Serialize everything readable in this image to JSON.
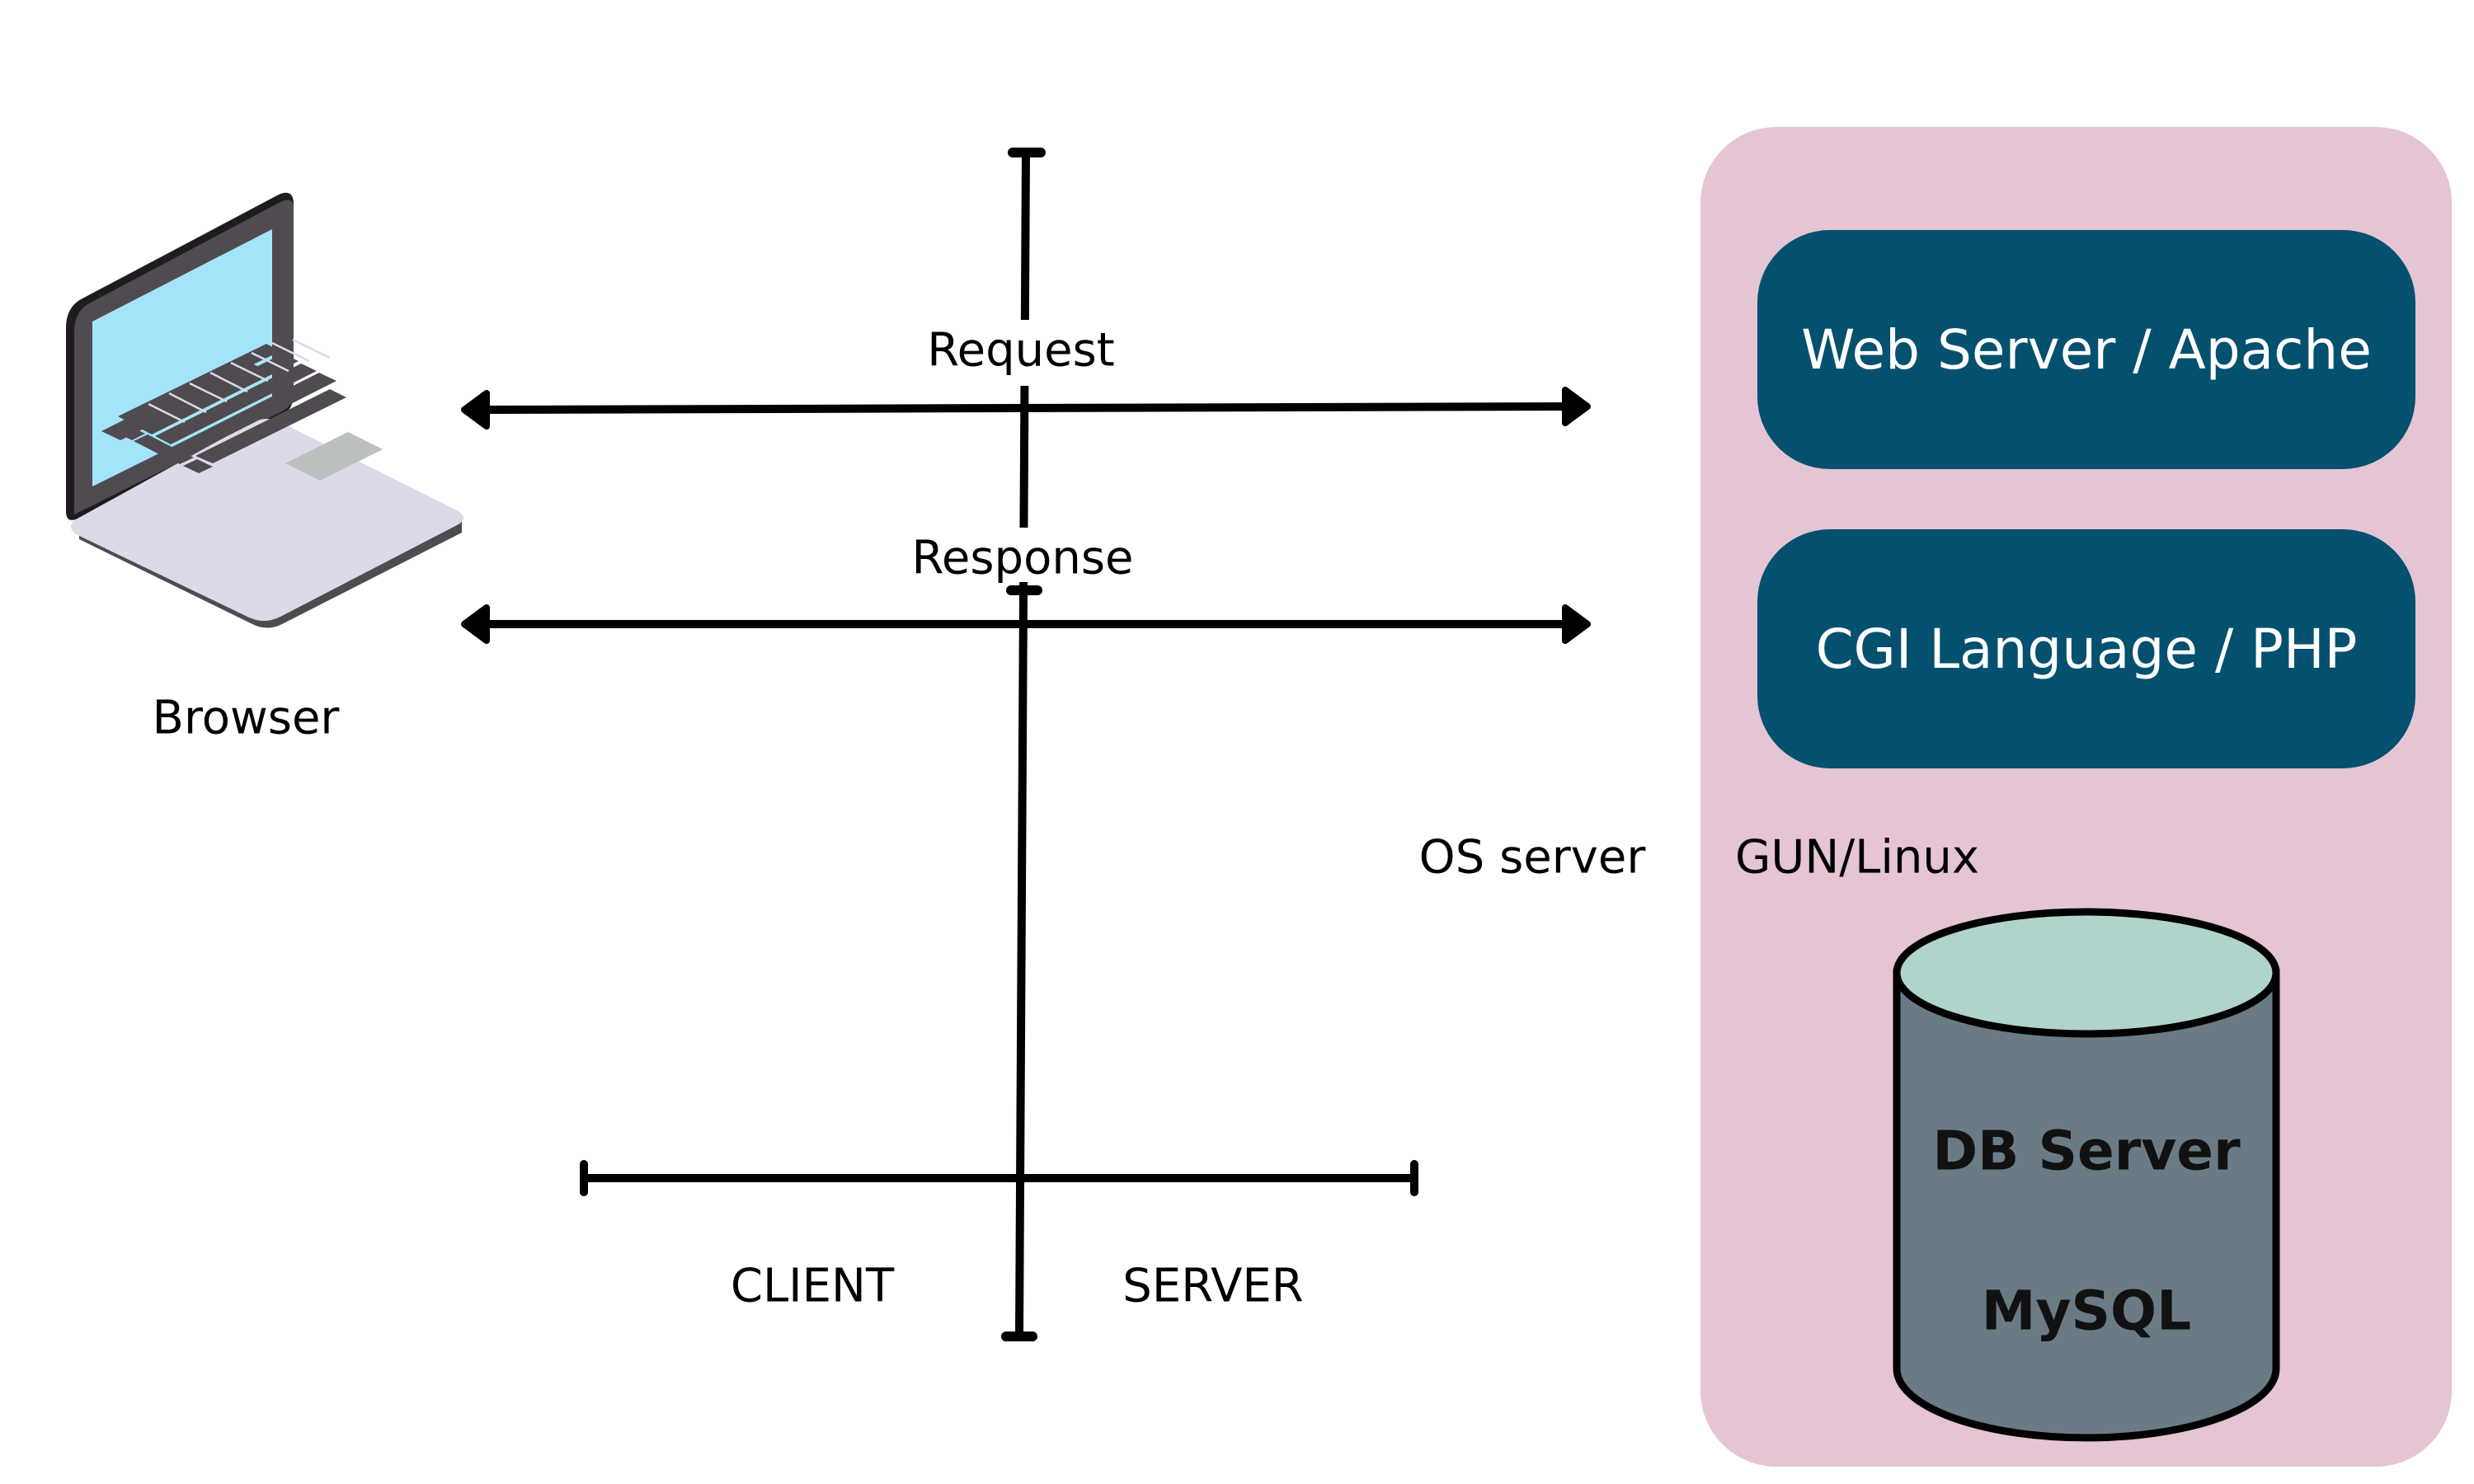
{
  "diagram": {
    "client": {
      "label": "Browser",
      "icon": "laptop-icon"
    },
    "flows": {
      "request": "Request",
      "response": "Response"
    },
    "divider": {
      "client_label": "CLIENT",
      "server_label": "SERVER"
    },
    "os": {
      "label": "OS server",
      "value": "GUN/Linux"
    },
    "server_stack": {
      "web_server": "Web Server / Apache",
      "cgi_language": "CGI Language / PHP",
      "db_server_title": "DB Server",
      "db_server_name": "MySQL"
    },
    "colors": {
      "panel": "#e5c4d4",
      "box": "#04506f",
      "db_top": "#b0d4cc",
      "db_body": "#6a7b86",
      "screen": "#a4e4fa"
    }
  }
}
